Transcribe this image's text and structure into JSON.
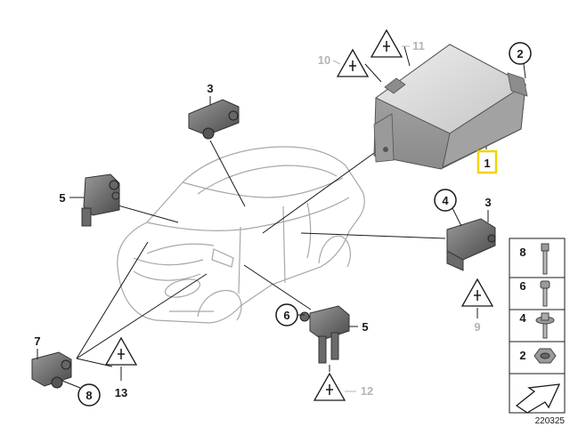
{
  "diagram": {
    "reference_number": "220325",
    "callouts": {
      "c1": "1",
      "c2": "2",
      "c3_top": "3",
      "c3_right": "3",
      "c4": "4",
      "c5_left": "5",
      "c5_mid": "5",
      "c6": "6",
      "c7": "7",
      "c8": "8",
      "c9": "9",
      "c10": "10",
      "c11": "11",
      "c12": "12",
      "c13": "13"
    },
    "fastener_legend": [
      {
        "number": "8",
        "icon": "bolt-icon"
      },
      {
        "number": "6",
        "icon": "allen-bolt-icon"
      },
      {
        "number": "4",
        "icon": "flange-screw-icon"
      },
      {
        "number": "2",
        "icon": "nut-icon"
      }
    ],
    "colors": {
      "part_fill": "#b9b9b9",
      "part_dark": "#5c5c5c",
      "line": "#1a1a1a",
      "car_outline": "#a8a8a8",
      "highlight": "#f2d400",
      "grey_label": "#b4b4b4"
    }
  }
}
